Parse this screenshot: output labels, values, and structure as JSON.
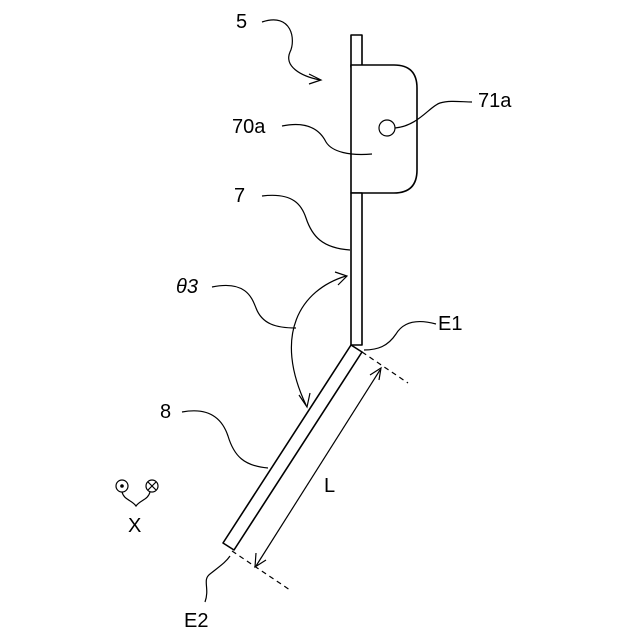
{
  "labels": {
    "assembly": "5",
    "body_part": "70a",
    "hole": "71a",
    "first_member": "7",
    "angle": "θ3",
    "second_member": "8",
    "end_e1": "E1",
    "end_e2": "E2",
    "length": "L",
    "direction": "X"
  }
}
